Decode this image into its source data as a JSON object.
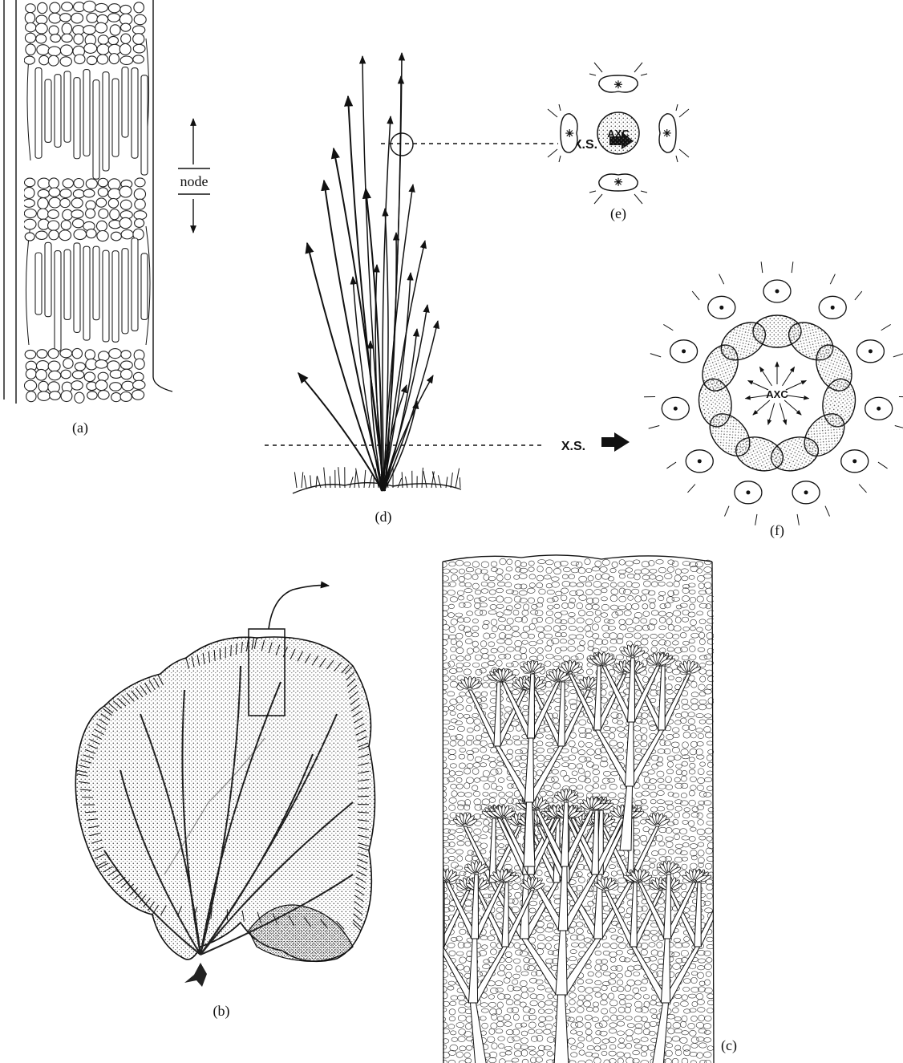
{
  "panel_a": {
    "label": "(a)",
    "node_label": "node"
  },
  "panel_b": {
    "label": "(b)"
  },
  "panel_c": {
    "label": "(c)"
  },
  "panel_d": {
    "label": "(d)",
    "xs_upper": "X.S.",
    "xs_lower": "X.S."
  },
  "panel_e": {
    "label": "(e)",
    "center": "AXC"
  },
  "panel_f": {
    "label": "(f)",
    "center": "AXC"
  },
  "colors": {
    "ink": "#111111",
    "stipple": "#9a9a9a",
    "paper": "#ffffff"
  }
}
